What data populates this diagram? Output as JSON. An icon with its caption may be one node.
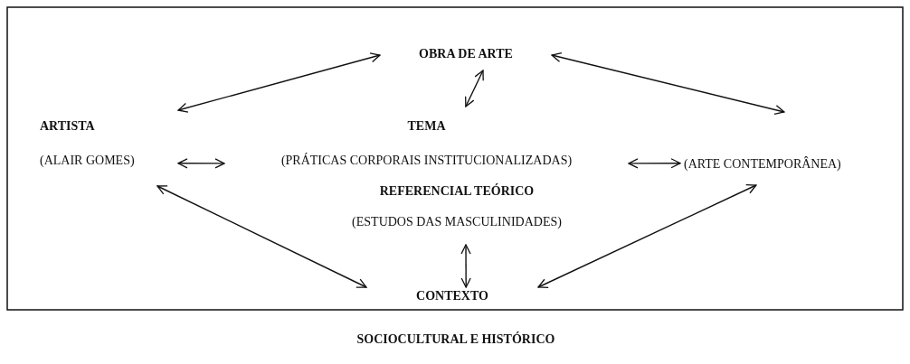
{
  "diagram": {
    "nodes": [
      {
        "text": [
          "OBRA DE ARTE"
        ]
      },
      {
        "text": [
          "ARTISTA",
          "(ALAIR GOMES)"
        ]
      },
      {
        "text": [
          "TEMA",
          "(PRÁTICAS CORPORAIS INSTITUCIONALIZADAS)"
        ]
      },
      {
        "text": [
          "REFERENCIAL TEÓRICO",
          "(ESTUDOS DAS MASCULINIDADES)"
        ]
      },
      {
        "text": [
          "(ARTE CONTEMPORÂNEA)"
        ]
      },
      {
        "text": [
          "CONTEXTO"
        ]
      }
    ],
    "edges": [
      {
        "from": 0,
        "to": 1,
        "arrow": "both"
      },
      {
        "from": 0,
        "to": 2,
        "arrow": "both"
      },
      {
        "from": 0,
        "to": 4,
        "arrow": "both"
      },
      {
        "from": 1,
        "to": 2,
        "arrow": "both"
      },
      {
        "from": 2,
        "to": 4,
        "arrow": "both"
      },
      {
        "from": 1,
        "to": 5,
        "arrow": "both"
      },
      {
        "from": 3,
        "to": 5,
        "arrow": "both"
      },
      {
        "from": 4,
        "to": 5,
        "arrow": "both"
      }
    ],
    "labels": [
      "SOCIOCULTURAL E HISTÓRICO"
    ]
  }
}
